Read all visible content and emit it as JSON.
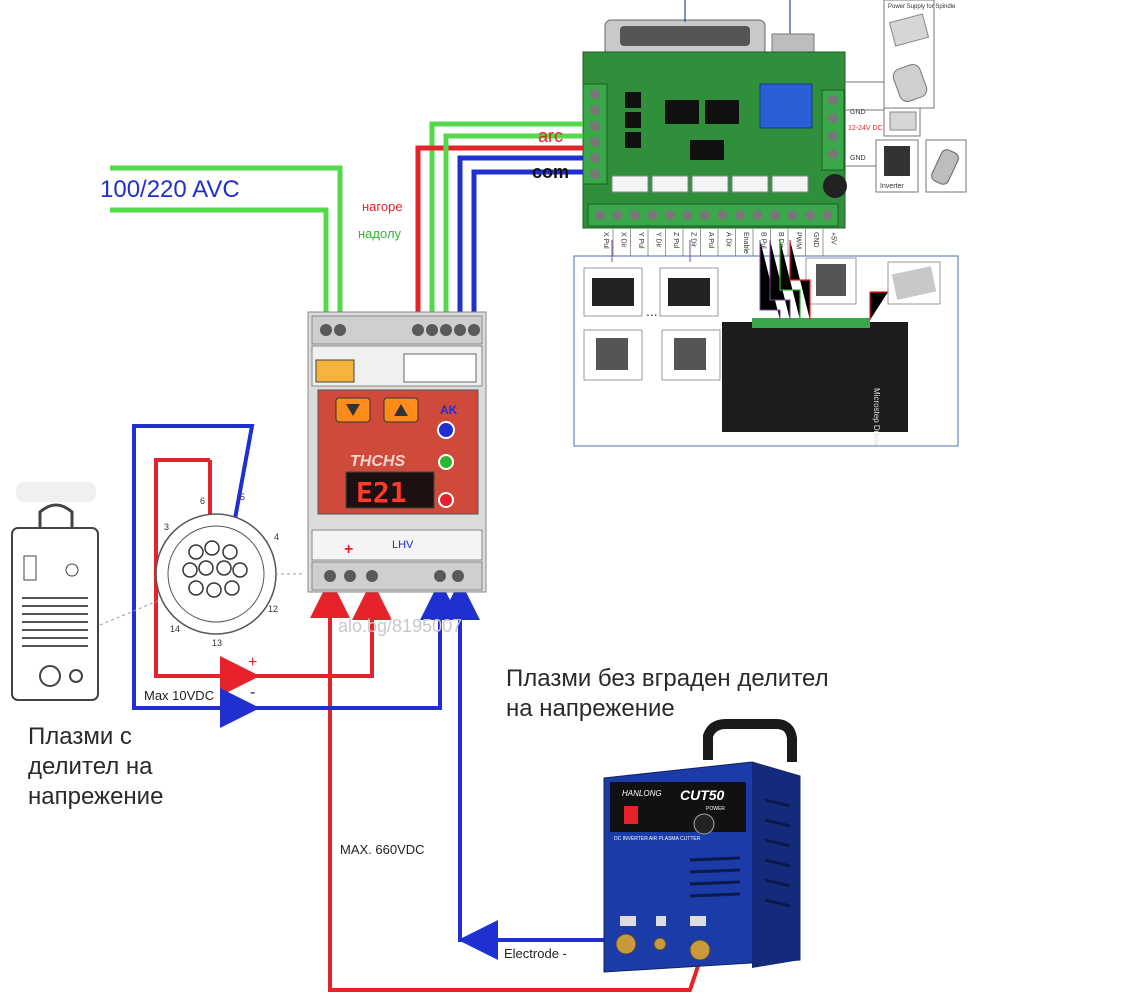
{
  "labels": {
    "supply_voltage": "100/220 AVC",
    "arc": "arc",
    "com": "com",
    "up": "нагоре",
    "down": "надолу",
    "with_divider": [
      "Плазми с",
      "делител на",
      "напрежение"
    ],
    "without_divider": [
      "Плазми без вграден делител",
      "на напрежение"
    ],
    "max_10v": "Max 10VDC",
    "max_660v": "MAX. 660VDC",
    "electrode": "Electrode -",
    "plus": "+",
    "minus": "-",
    "watermark": "alo.bg/8195007"
  },
  "thc": {
    "display": "E21",
    "brand": "THCHS",
    "mode_label": "AK",
    "bottom_label": "LHV"
  },
  "breakout_board": {
    "pin_labels": [
      "X Pul",
      "X Dir",
      "Y Pul",
      "Y Dir",
      "Z Pul",
      "Z Dir",
      "A Pul",
      "A Dir",
      "Enable",
      "B Pul",
      "B Dir",
      "PWM",
      "GND",
      "+5V"
    ],
    "power_supply": "Power Supply for Spindle",
    "dc_label": "12-24V DC",
    "gnd_label": "GND",
    "gnd_label2": "GND",
    "inverter": "Inverter",
    "microstep_driver": "Microstep Driver",
    "ellipsis": "..."
  },
  "connector": {
    "pins": [
      "6",
      "5",
      "3",
      "4",
      "12",
      "13",
      "14"
    ]
  },
  "cutter": {
    "brand": "HANLONG",
    "model": "CUT50",
    "subtitle": "DC INVERTER AIR PLASMA CUTTER",
    "power": "POWER"
  },
  "colors": {
    "red_wire": "#e6232a",
    "blue_wire": "#1f2fd0",
    "green_wire": "#54d94a",
    "board_green": "#2f8f3a",
    "cutter_blue": "#1b3ba8"
  }
}
